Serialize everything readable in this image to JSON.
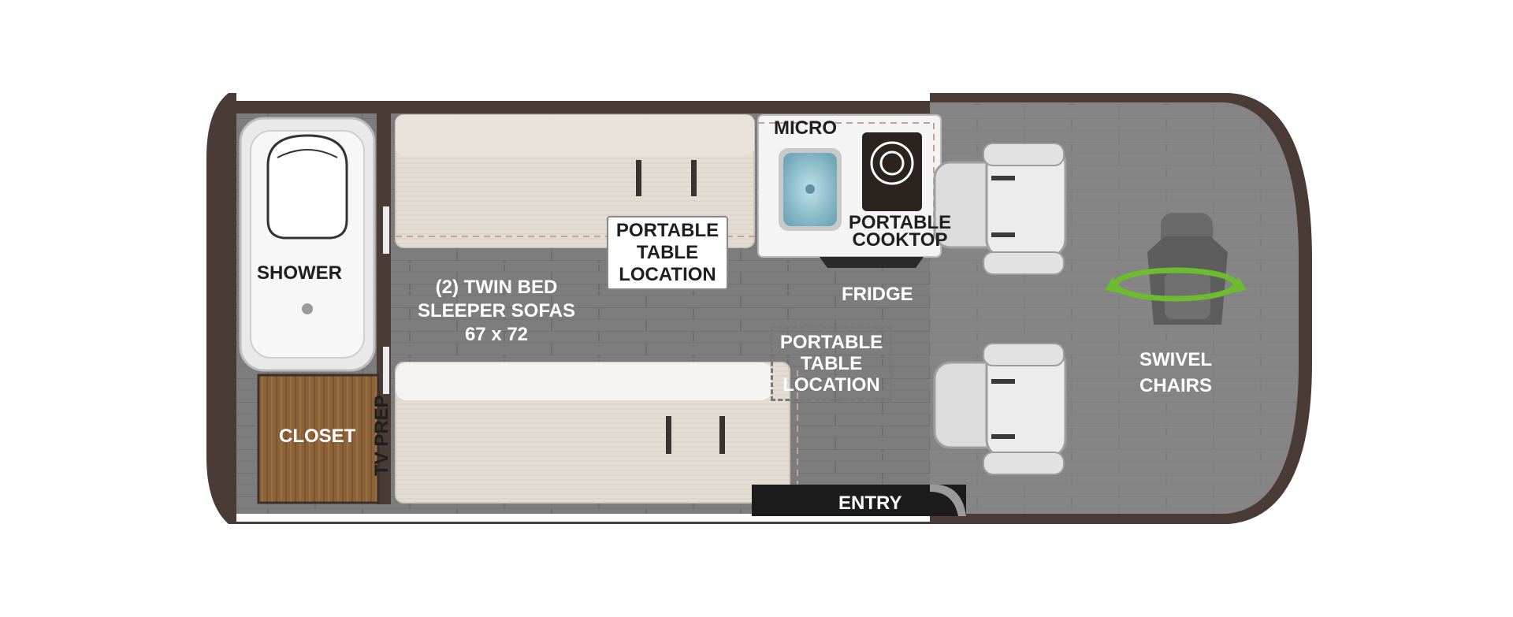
{
  "labels": {
    "shower": "SHOWER",
    "closet": "CLOSET",
    "micro": "MICRO",
    "cooktop": "PORTABLE COOKTOP",
    "fridge": "FRIDGE",
    "table_top": "PORTABLE TABLE LOCATION",
    "table_bottom": "PORTABLE TABLE LOCATION",
    "beds_line1": "(2) TWIN BED",
    "beds_line2": "SLEEPER SOFAS",
    "beds_line3": "67 x 72",
    "tv_prep": "TV PREP",
    "entry": "ENTRY",
    "swivel": "SWIVEL CHAIRS"
  },
  "colors": {
    "shell": "#4a3b36",
    "floor": "#7f7f7f",
    "cab": "#8a8a8a",
    "sofa": "#e3dcd3",
    "closet_wood": "#8c6239",
    "sink_water": "#7fb3c4",
    "cooktop": "#2b2320",
    "swivel_accent": "#6dbb2f"
  }
}
